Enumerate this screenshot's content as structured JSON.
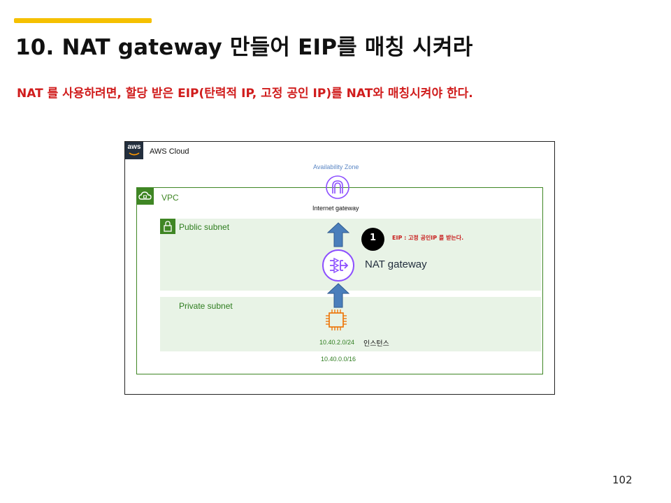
{
  "slide": {
    "title": "10. NAT gateway 만들어 EIP를 매칭 시켜라",
    "subtitle": "NAT 를 사용하려면, 할당 받은 EIP(탄력적 IP, 고정 공인 IP)를 NAT와 매칭시켜야 한다.",
    "page_number": "102",
    "accent_color": "#f5c000"
  },
  "diagram": {
    "aws_logo_text": "aws",
    "cloud_label": "AWS Cloud",
    "availability_zone_label": "Availability Zone",
    "vpc_label": "VPC",
    "internet_gateway_label": "Internet gateway",
    "public_subnet_label": "Public subnet",
    "private_subnet_label": "Private subnet",
    "nat_gateway_label": "NAT gateway",
    "callout_number": "1",
    "eip_note": "EIP : 고정 공인IP 를 받는다.",
    "private_subnet_cidr": "10.40.2.0/24",
    "instance_label": "인스턴스",
    "vpc_cidr": "10.40.0.0/16",
    "colors": {
      "vpc_green": "#3f8624",
      "subnet_fill": "#e8f3e6",
      "nat_purple": "#8c4fff",
      "ec2_orange": "#ed7100",
      "arrow_blue": "#4a7ebb",
      "note_red": "#c81e1e"
    },
    "icons": [
      "aws-logo",
      "vpc-cloud-icon",
      "lock-icon",
      "internet-gateway-icon",
      "nat-gateway-icon",
      "ec2-instance-icon",
      "up-arrow"
    ]
  }
}
